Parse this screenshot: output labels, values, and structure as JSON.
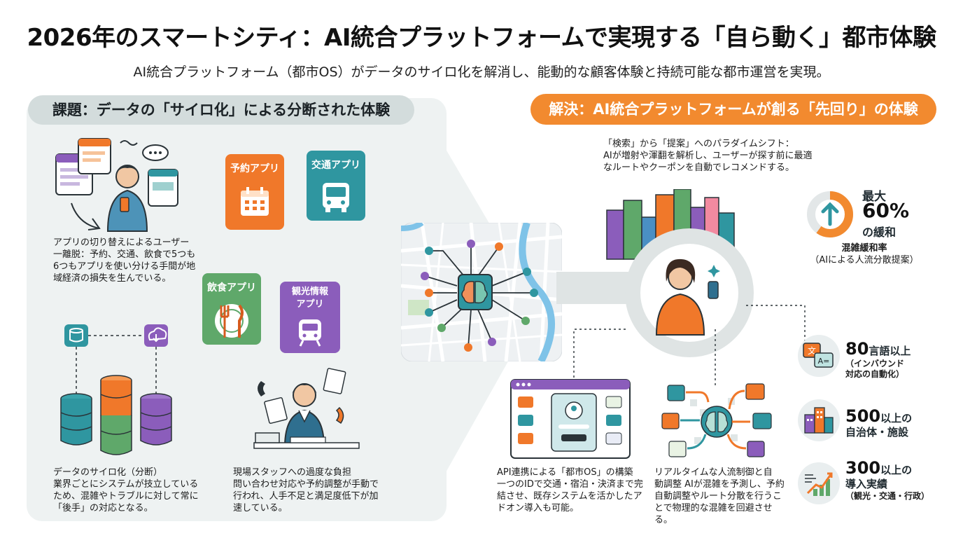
{
  "header": {
    "title": "2026年のスマートシティ：AI統合プラットフォームで実現する「自ら動く」都市体験",
    "subtitle": "AI統合プラットフォーム（都市OS）がデータのサイロ化を解消し、能動的な顧客体験と持続可能な都市運営を実現。"
  },
  "problem": {
    "heading": "課題：データの「サイロ化」による分断された体験",
    "user_switch": {
      "title": "アプリの切り替えによるユーザー",
      "body": "一離脱：予約、交通、飲食で5つも6つもアプリを使い分ける手間が地域経済の損失を生んでいる。"
    },
    "apps": [
      {
        "label": "予約アプリ",
        "icon": "calendar-icon",
        "color": "#f0782a"
      },
      {
        "label": "交通アプリ",
        "icon": "bus-icon",
        "color": "#2f96a0"
      },
      {
        "label": "飲食アプリ",
        "icon": "fork-knife-icon",
        "color": "#5fa86a"
      },
      {
        "label": "観光情報アプリ",
        "icon": "train-icon",
        "color": "#8b5dbb"
      }
    ],
    "silo": {
      "title": "データのサイロ化（分断）",
      "body": "業界ごとにシステムが技立しているため、混雑やトラブルに対して常に「後手」の対応となる。"
    },
    "staff": {
      "title": "現場スタッフへの過度な負担",
      "body": "問い合わせ対応や予約調整が手動で行われ、人手不足と満足度低下が加速している。"
    }
  },
  "solution": {
    "heading": "解決：AI統合プラットフォームが創る「先回り」の体験",
    "paradigm": {
      "title": "「検索」から「提案」へのパラダイムシフト：",
      "body": "AIが増射や渾翻を解析し、ユーザーが探す前に最適なルートやクーポンを自動でレコメンドする。"
    },
    "congestion": {
      "max_label": "最大",
      "value": "60%",
      "suffix": "の緩和",
      "fraction": 0.6,
      "caption1": "混雑緩和率",
      "caption2": "（AIによる人流分散提案）"
    },
    "stats": [
      {
        "num": "80",
        "unit": "言語以上",
        "desc1": "（インバウンド",
        "desc2": "対応の自動化）",
        "icon": "translate-icon"
      },
      {
        "num": "500",
        "unit": "以上の",
        "desc1": "自治体・施設",
        "desc2": "",
        "icon": "buildings-icon"
      },
      {
        "num": "300",
        "unit": "以上の",
        "desc1": "導入実績",
        "desc2": "（観光・交通・行政）",
        "icon": "growth-chart-icon"
      }
    ],
    "api": {
      "title": "API連携による「都市OS」の構築",
      "body": "一つのIDで交通・宿泊・決済まで完結させ、既存システムを活かしたアドオン導入も可能。"
    },
    "realtime": {
      "title": "リアルタイムな人流制御と自",
      "body": "動調整 AIが混雑を予測し、予約自動調整やルート分散を行うことで物理的な混雑を回避させる。"
    }
  },
  "colors": {
    "orange": "#f28a2f",
    "teal": "#2f96a0",
    "green": "#5fa86a",
    "purple": "#8b5dbb",
    "panel": "#eef2f2"
  }
}
